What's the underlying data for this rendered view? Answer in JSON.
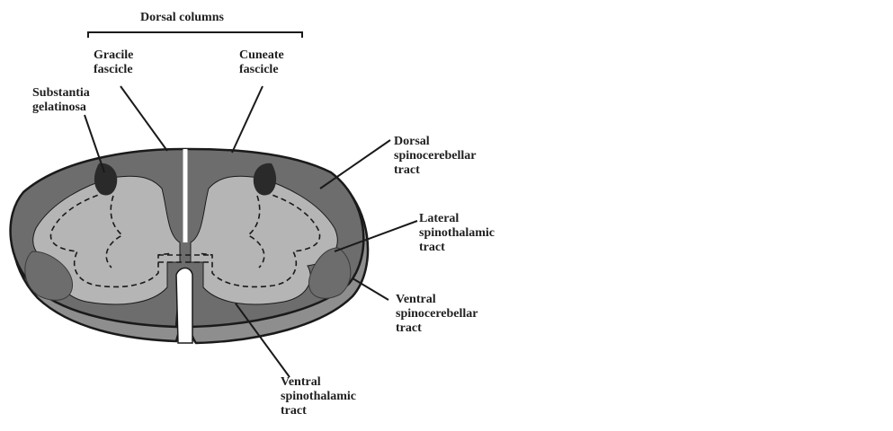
{
  "labels": {
    "dorsal_columns": "Dorsal columns",
    "gracile": [
      "Gracile",
      "fascicle"
    ],
    "cuneate": [
      "Cuneate",
      "fascicle"
    ],
    "substantia": [
      "Substantia",
      "gelatinosa"
    ],
    "dorsal_spinocerebellar": [
      "Dorsal",
      "spinocerebellar",
      "tract"
    ],
    "lateral_spinothalamic": [
      "Lateral",
      "spinothalamic",
      "tract"
    ],
    "ventral_spinocerebellar": [
      "Ventral",
      "spinocerebellar",
      "tract"
    ],
    "ventral_spinothalamic": [
      "Ventral",
      "spinothalamic",
      "tract"
    ]
  },
  "colors": {
    "white_matter": "#6d6d6d",
    "white_matter_light": "#8e8e8e",
    "gray_matter": "#b5b5b5",
    "dark_spot": "#2a2a2a",
    "outline": "#1a1a1a",
    "text": "#1f1f1f"
  }
}
